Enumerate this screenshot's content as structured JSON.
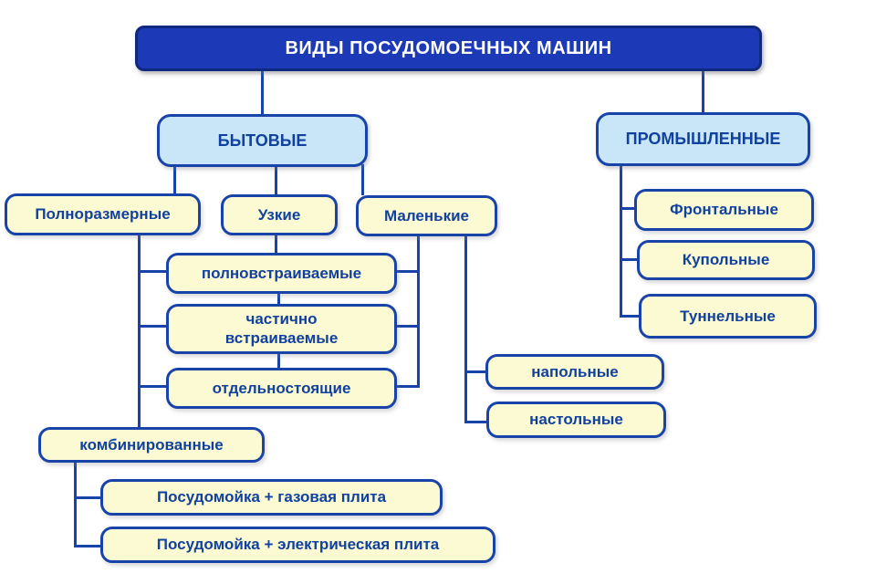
{
  "diagram_title": "ВИДЫ ПОСУДОМОЕЧНЫХ МАШИН",
  "colors": {
    "root_fill": "#1C3AB8",
    "root_border": "#10287E",
    "branch_fill": "#C9E6F8",
    "leaf_fill": "#FBFAD2",
    "connector_line": "#1843A8",
    "node_text": "#11419F",
    "root_text": "#FFFFFF"
  },
  "nodes": {
    "root": {
      "label": "ВИДЫ ПОСУДОМОЕЧНЫХ МАШИН"
    },
    "bytovye": {
      "label": "БЫТОВЫЕ"
    },
    "promyshlennye": {
      "label": "ПРОМЫШЛЕННЫЕ"
    },
    "polnorazmernye": {
      "label": "Полноразмерные"
    },
    "uzkie": {
      "label": "Узкие"
    },
    "malenkie": {
      "label": "Маленькие"
    },
    "polnovstraivaemye": {
      "label": "полновстраиваемые"
    },
    "chastichno_vstraivaemye": {
      "label": "частично встраиваемые"
    },
    "otdelnostoyashchie": {
      "label": "отдельностоящие"
    },
    "kombinirovannye": {
      "label": "комбинированные"
    },
    "posudomoyka_gazovaya": {
      "label": "Посудомойка + газовая плита"
    },
    "posudomoyka_elektricheskaya": {
      "label": "Посудомойка + электрическая плита"
    },
    "napolnye": {
      "label": "напольные"
    },
    "nastolnye": {
      "label": "настольные"
    },
    "frontalnye": {
      "label": "Фронтальные"
    },
    "kupolnye": {
      "label": "Купольные"
    },
    "tunnelnye": {
      "label": "Туннельные"
    }
  },
  "edges": [
    [
      "root",
      "bytovye"
    ],
    [
      "root",
      "promyshlennye"
    ],
    [
      "bytovye",
      "polnorazmernye"
    ],
    [
      "bytovye",
      "uzkie"
    ],
    [
      "bytovye",
      "malenkie"
    ],
    [
      "uzkie",
      "polnovstraivaemye"
    ],
    [
      "polnovstraivaemye",
      "chastichno_vstraivaemye"
    ],
    [
      "chastichno_vstraivaemye",
      "otdelnostoyashchie"
    ],
    [
      "polnorazmernye",
      "kombinirovannye"
    ],
    [
      "malenkie",
      "napolnye"
    ],
    [
      "malenkie",
      "nastolnye"
    ],
    [
      "kombinirovannye",
      "posudomoyka_gazovaya"
    ],
    [
      "kombinirovannye",
      "posudomoyka_elektricheskaya"
    ],
    [
      "promyshlennye",
      "frontalnye"
    ],
    [
      "promyshlennye",
      "kupolnye"
    ],
    [
      "promyshlennye",
      "tunnelnye"
    ]
  ]
}
